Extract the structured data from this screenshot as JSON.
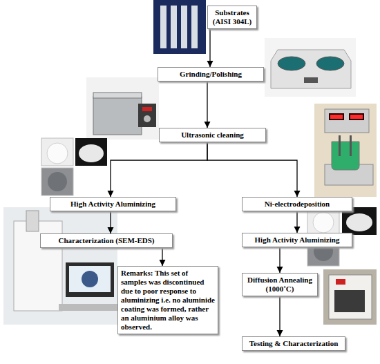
{
  "diagram": {
    "nodes": [
      {
        "text": [
          "Substrates (AISI 304L)"
        ]
      },
      {
        "text": [
          "Grinding/Polishing"
        ]
      },
      {
        "text": [
          "Ultrasonic cleaning"
        ]
      },
      {
        "text": [
          "High Activity Aluminizing"
        ]
      },
      {
        "text": [
          "Ni-electrodeposition"
        ]
      },
      {
        "text": [
          "Characterization (SEM-EDS)"
        ]
      },
      {
        "text": [
          "Remarks: This set of samples was discontinued due to poor response to aluminizing i.e. no aluminide coating was formed, rather an aluminium alloy was observed."
        ]
      },
      {
        "text": [
          "High Activity Aluminizing"
        ]
      },
      {
        "text": [
          "Diffusion Annealing (1000˚C)"
        ]
      },
      {
        "text": [
          "Testing & Characterization"
        ]
      }
    ],
    "edges": [
      {
        "from": 0,
        "to": 1,
        "arrow": "to"
      },
      {
        "from": 1,
        "to": 2,
        "arrow": "to"
      },
      {
        "from": 2,
        "to": 3,
        "arrow": "to"
      },
      {
        "from": 2,
        "to": 4,
        "arrow": "to"
      },
      {
        "from": 3,
        "to": 5,
        "arrow": "to"
      },
      {
        "from": 5,
        "to": 6,
        "arrow": "to"
      },
      {
        "from": 4,
        "to": 7,
        "arrow": "to"
      },
      {
        "from": 7,
        "to": 8,
        "arrow": "to"
      },
      {
        "from": 8,
        "to": 9,
        "arrow": "to"
      }
    ]
  }
}
